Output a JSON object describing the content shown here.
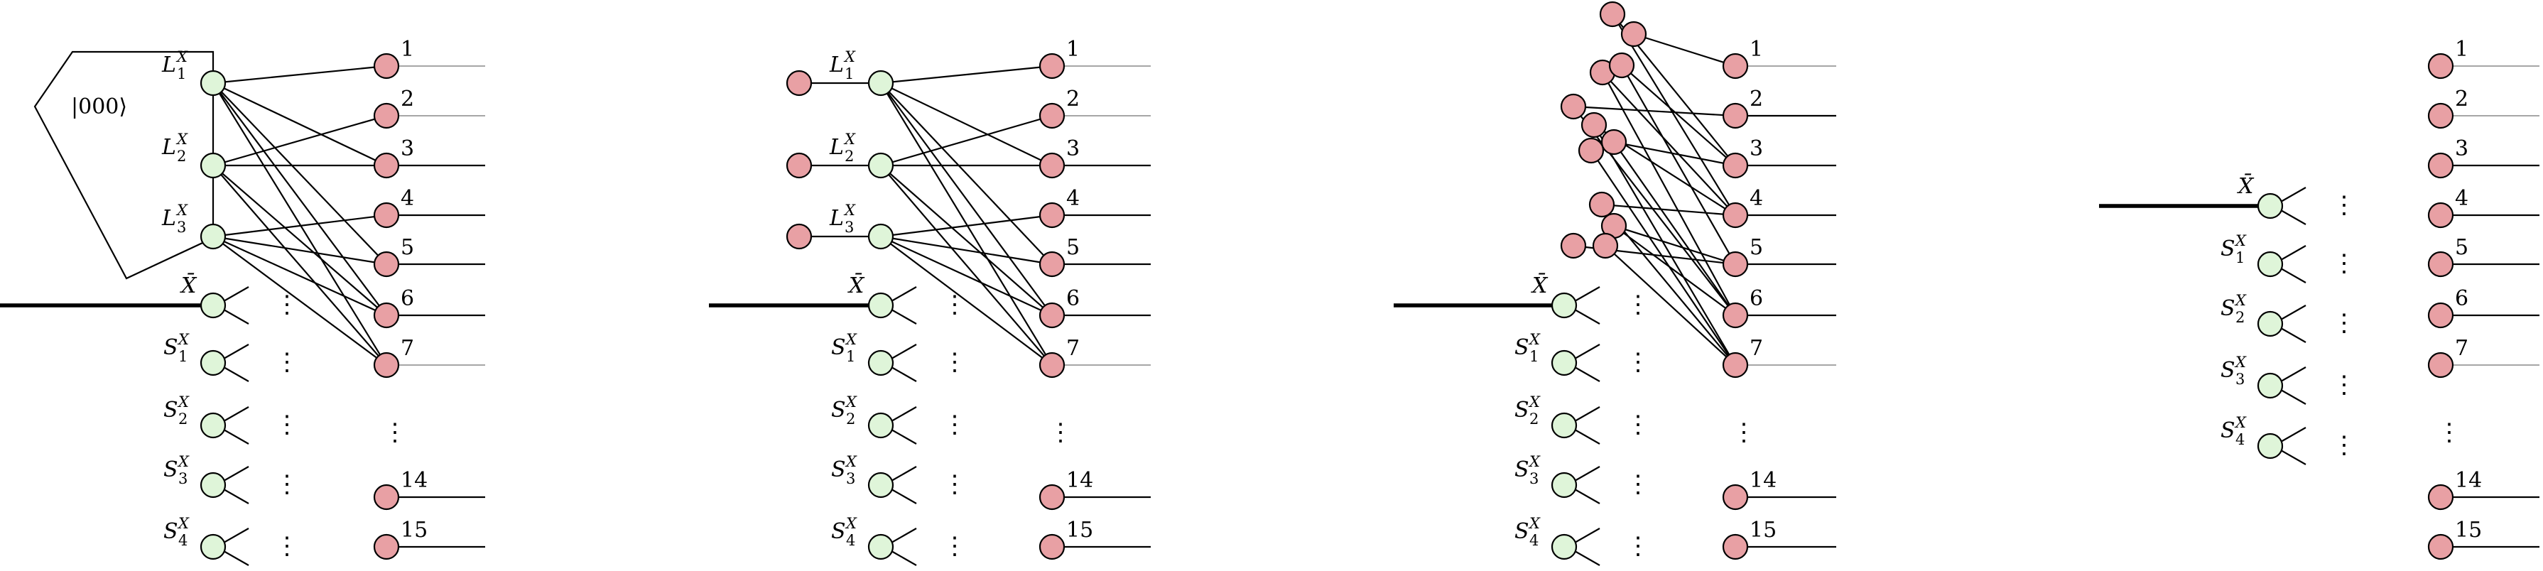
{
  "ket_label": "|000⟩",
  "logical_labels": [
    {
      "base": "L",
      "sub": "1",
      "sup": "X"
    },
    {
      "base": "L",
      "sub": "2",
      "sup": "X"
    },
    {
      "base": "L",
      "sub": "3",
      "sup": "X"
    }
  ],
  "xbar_label": "X̄",
  "stabilizer_labels": [
    {
      "base": "S",
      "sub": "1",
      "sup": "X"
    },
    {
      "base": "S",
      "sub": "2",
      "sup": "X"
    },
    {
      "base": "S",
      "sub": "3",
      "sup": "X"
    },
    {
      "base": "S",
      "sub": "4",
      "sup": "X"
    }
  ],
  "qubit_labels": [
    "1",
    "2",
    "3",
    "4",
    "5",
    "6",
    "7",
    "14",
    "15"
  ],
  "ellipsis": "⋮",
  "colors": {
    "green_fill": "#dff5d9",
    "red_fill": "#e8a0a4",
    "stroke": "#000000",
    "thin_line": "#888888"
  }
}
